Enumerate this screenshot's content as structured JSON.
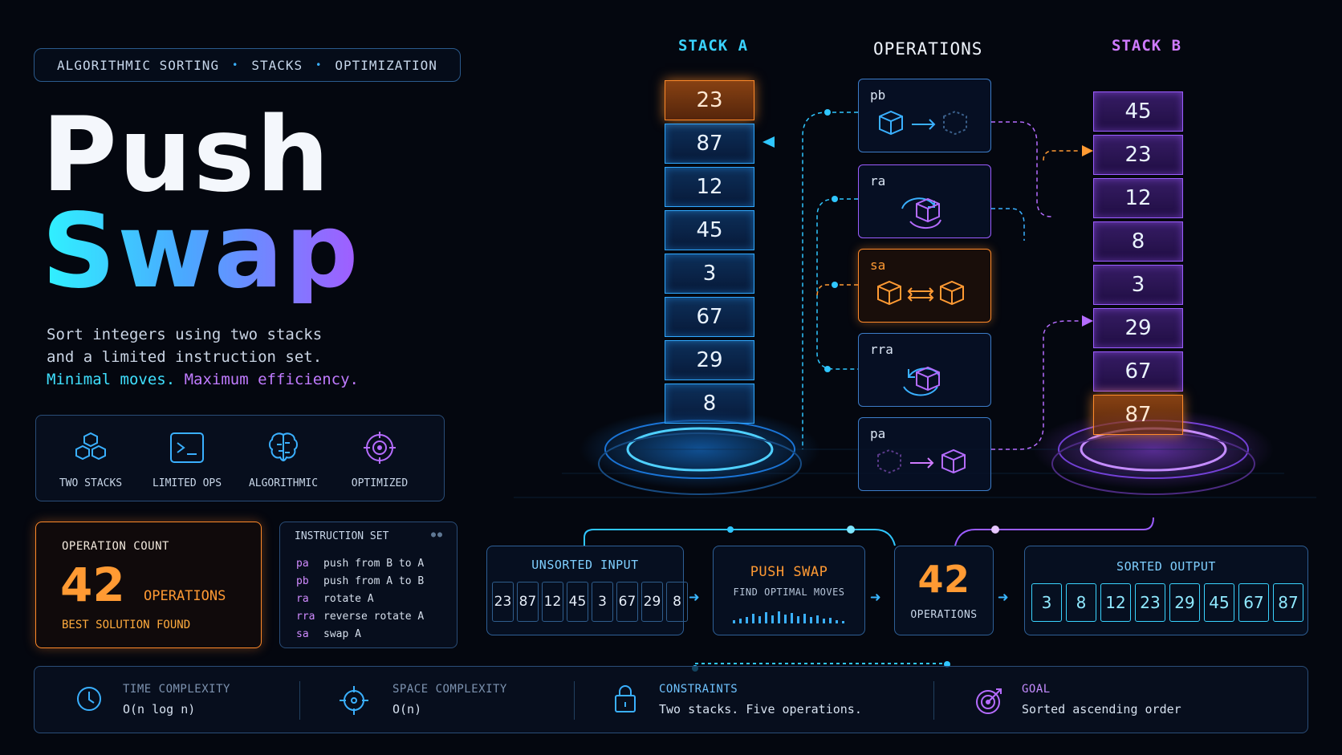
{
  "tagline": {
    "items": [
      "ALGORITHMIC SORTING",
      "STACKS",
      "OPTIMIZATION"
    ],
    "sep": "•"
  },
  "title": {
    "line1": "Push",
    "line2": "Swap"
  },
  "subtitle": {
    "line1": "Sort integers using two stacks",
    "line2": "and a limited instruction set.",
    "line3a": "Minimal moves.",
    "line3b": "Maximum efficiency."
  },
  "features": [
    {
      "label": "TWO STACKS",
      "icon": "cubes-icon"
    },
    {
      "label": "LIMITED OPS",
      "icon": "terminal-icon"
    },
    {
      "label": "ALGORITHMIC",
      "icon": "brain-icon"
    },
    {
      "label": "OPTIMIZED",
      "icon": "target-icon"
    }
  ],
  "op_count": {
    "label": "OPERATION COUNT",
    "value": "42",
    "unit": "OPERATIONS",
    "status": "BEST SOLUTION FOUND"
  },
  "instruction_set": {
    "title": "INSTRUCTION SET",
    "items": [
      {
        "op": "pa",
        "desc": "push from B to A"
      },
      {
        "op": "pb",
        "desc": "push from A to B"
      },
      {
        "op": "ra",
        "desc": "rotate A"
      },
      {
        "op": "rra",
        "desc": "reverse rotate A"
      },
      {
        "op": "sa",
        "desc": "swap A"
      }
    ]
  },
  "stack_a": {
    "label": "STACK A",
    "values": [
      "23",
      "87",
      "12",
      "45",
      "3",
      "67",
      "29",
      "8"
    ]
  },
  "stack_b": {
    "label": "STACK B",
    "values": [
      "45",
      "23",
      "12",
      "8",
      "3",
      "29",
      "67",
      "87"
    ]
  },
  "operations": {
    "label": "OPERATIONS",
    "items": [
      "pb",
      "ra",
      "sa",
      "rra",
      "pa"
    ]
  },
  "pipeline": {
    "input": {
      "label": "UNSORTED INPUT",
      "values": [
        "23",
        "87",
        "12",
        "45",
        "3",
        "67",
        "29",
        "8"
      ]
    },
    "engine": {
      "label": "PUSH SWAP",
      "sub": "FIND OPTIMAL MOVES"
    },
    "count": {
      "value": "42",
      "label": "OPERATIONS"
    },
    "output": {
      "label": "SORTED OUTPUT",
      "values": [
        "3",
        "8",
        "12",
        "23",
        "29",
        "45",
        "67",
        "87"
      ]
    }
  },
  "footer": [
    {
      "label": "TIME COMPLEXITY",
      "value": "O(n log n)",
      "icon": "clock-icon"
    },
    {
      "label": "SPACE COMPLEXITY",
      "value": "O(n)",
      "icon": "crosshair-icon"
    },
    {
      "label": "CONSTRAINTS",
      "value": "Two stacks. Five operations.",
      "icon": "lock-icon"
    },
    {
      "label": "GOAL",
      "value": "Sorted ascending order",
      "icon": "goal-icon"
    }
  ],
  "colors": {
    "cyan": "#2ff3ff",
    "blue": "#2fa8ff",
    "purple": "#9b5cff",
    "orange": "#ff8a2a",
    "bg": "#04070f"
  }
}
